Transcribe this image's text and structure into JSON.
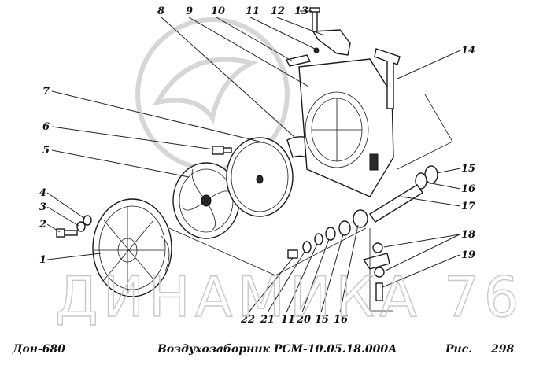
{
  "callouts": [
    {
      "n": "1"
    },
    {
      "n": "2"
    },
    {
      "n": "3"
    },
    {
      "n": "4"
    },
    {
      "n": "5"
    },
    {
      "n": "6"
    },
    {
      "n": "7"
    },
    {
      "n": "8"
    },
    {
      "n": "9"
    },
    {
      "n": "10"
    },
    {
      "n": "11"
    },
    {
      "n": "12"
    },
    {
      "n": "13"
    },
    {
      "n": "14"
    },
    {
      "n": "15"
    },
    {
      "n": "16"
    },
    {
      "n": "17"
    },
    {
      "n": "18"
    },
    {
      "n": "19"
    },
    {
      "n": "22"
    },
    {
      "n": "21"
    },
    {
      "n": "11"
    },
    {
      "n": "20"
    },
    {
      "n": "15"
    },
    {
      "n": "16"
    }
  ],
  "caption": {
    "left": "Дон-680",
    "center": "Воздухозаборник РСМ-10.05.18.000А",
    "right_prefix": "Рис.",
    "right_number": "298"
  },
  "watermark": {
    "text": "ДИНАМИКА 76"
  },
  "colors": {
    "ink": "#111111",
    "watermark": "#c9c9c9",
    "background": "#ffffff"
  }
}
